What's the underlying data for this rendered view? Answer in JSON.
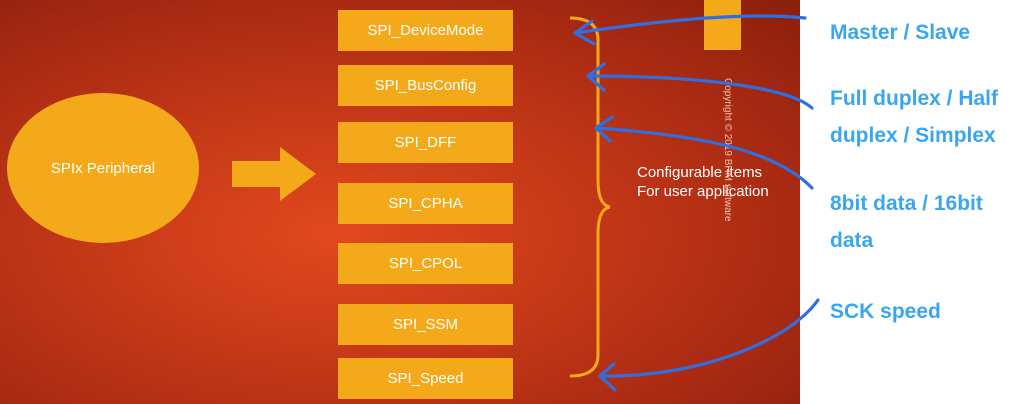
{
  "diagram": {
    "source_label": "SPIx Peripheral",
    "items": [
      "SPI_DeviceMode",
      "SPI_BusConfig",
      "SPI_DFF",
      "SPI_CPHA",
      "SPI_CPOL",
      "SPI_SSM",
      "SPI_Speed"
    ],
    "brace_label_line1": "Configurable items",
    "brace_label_line2": "For user application",
    "copyright": "Copyright © 2019 BHM software"
  },
  "annotations": {
    "device_mode": "Master / Slave",
    "bus_config_line1": "Full duplex / Half",
    "bus_config_line2": "duplex / Simplex",
    "dff_line1": "8bit data / 16bit",
    "dff_line2": "data",
    "speed": "SCK speed"
  },
  "colors": {
    "slide_background": "#c73a18",
    "box_fill": "#f3a91a",
    "annotation_blue": "#3aa6ee",
    "ink_blue": "#2f6fe0"
  }
}
